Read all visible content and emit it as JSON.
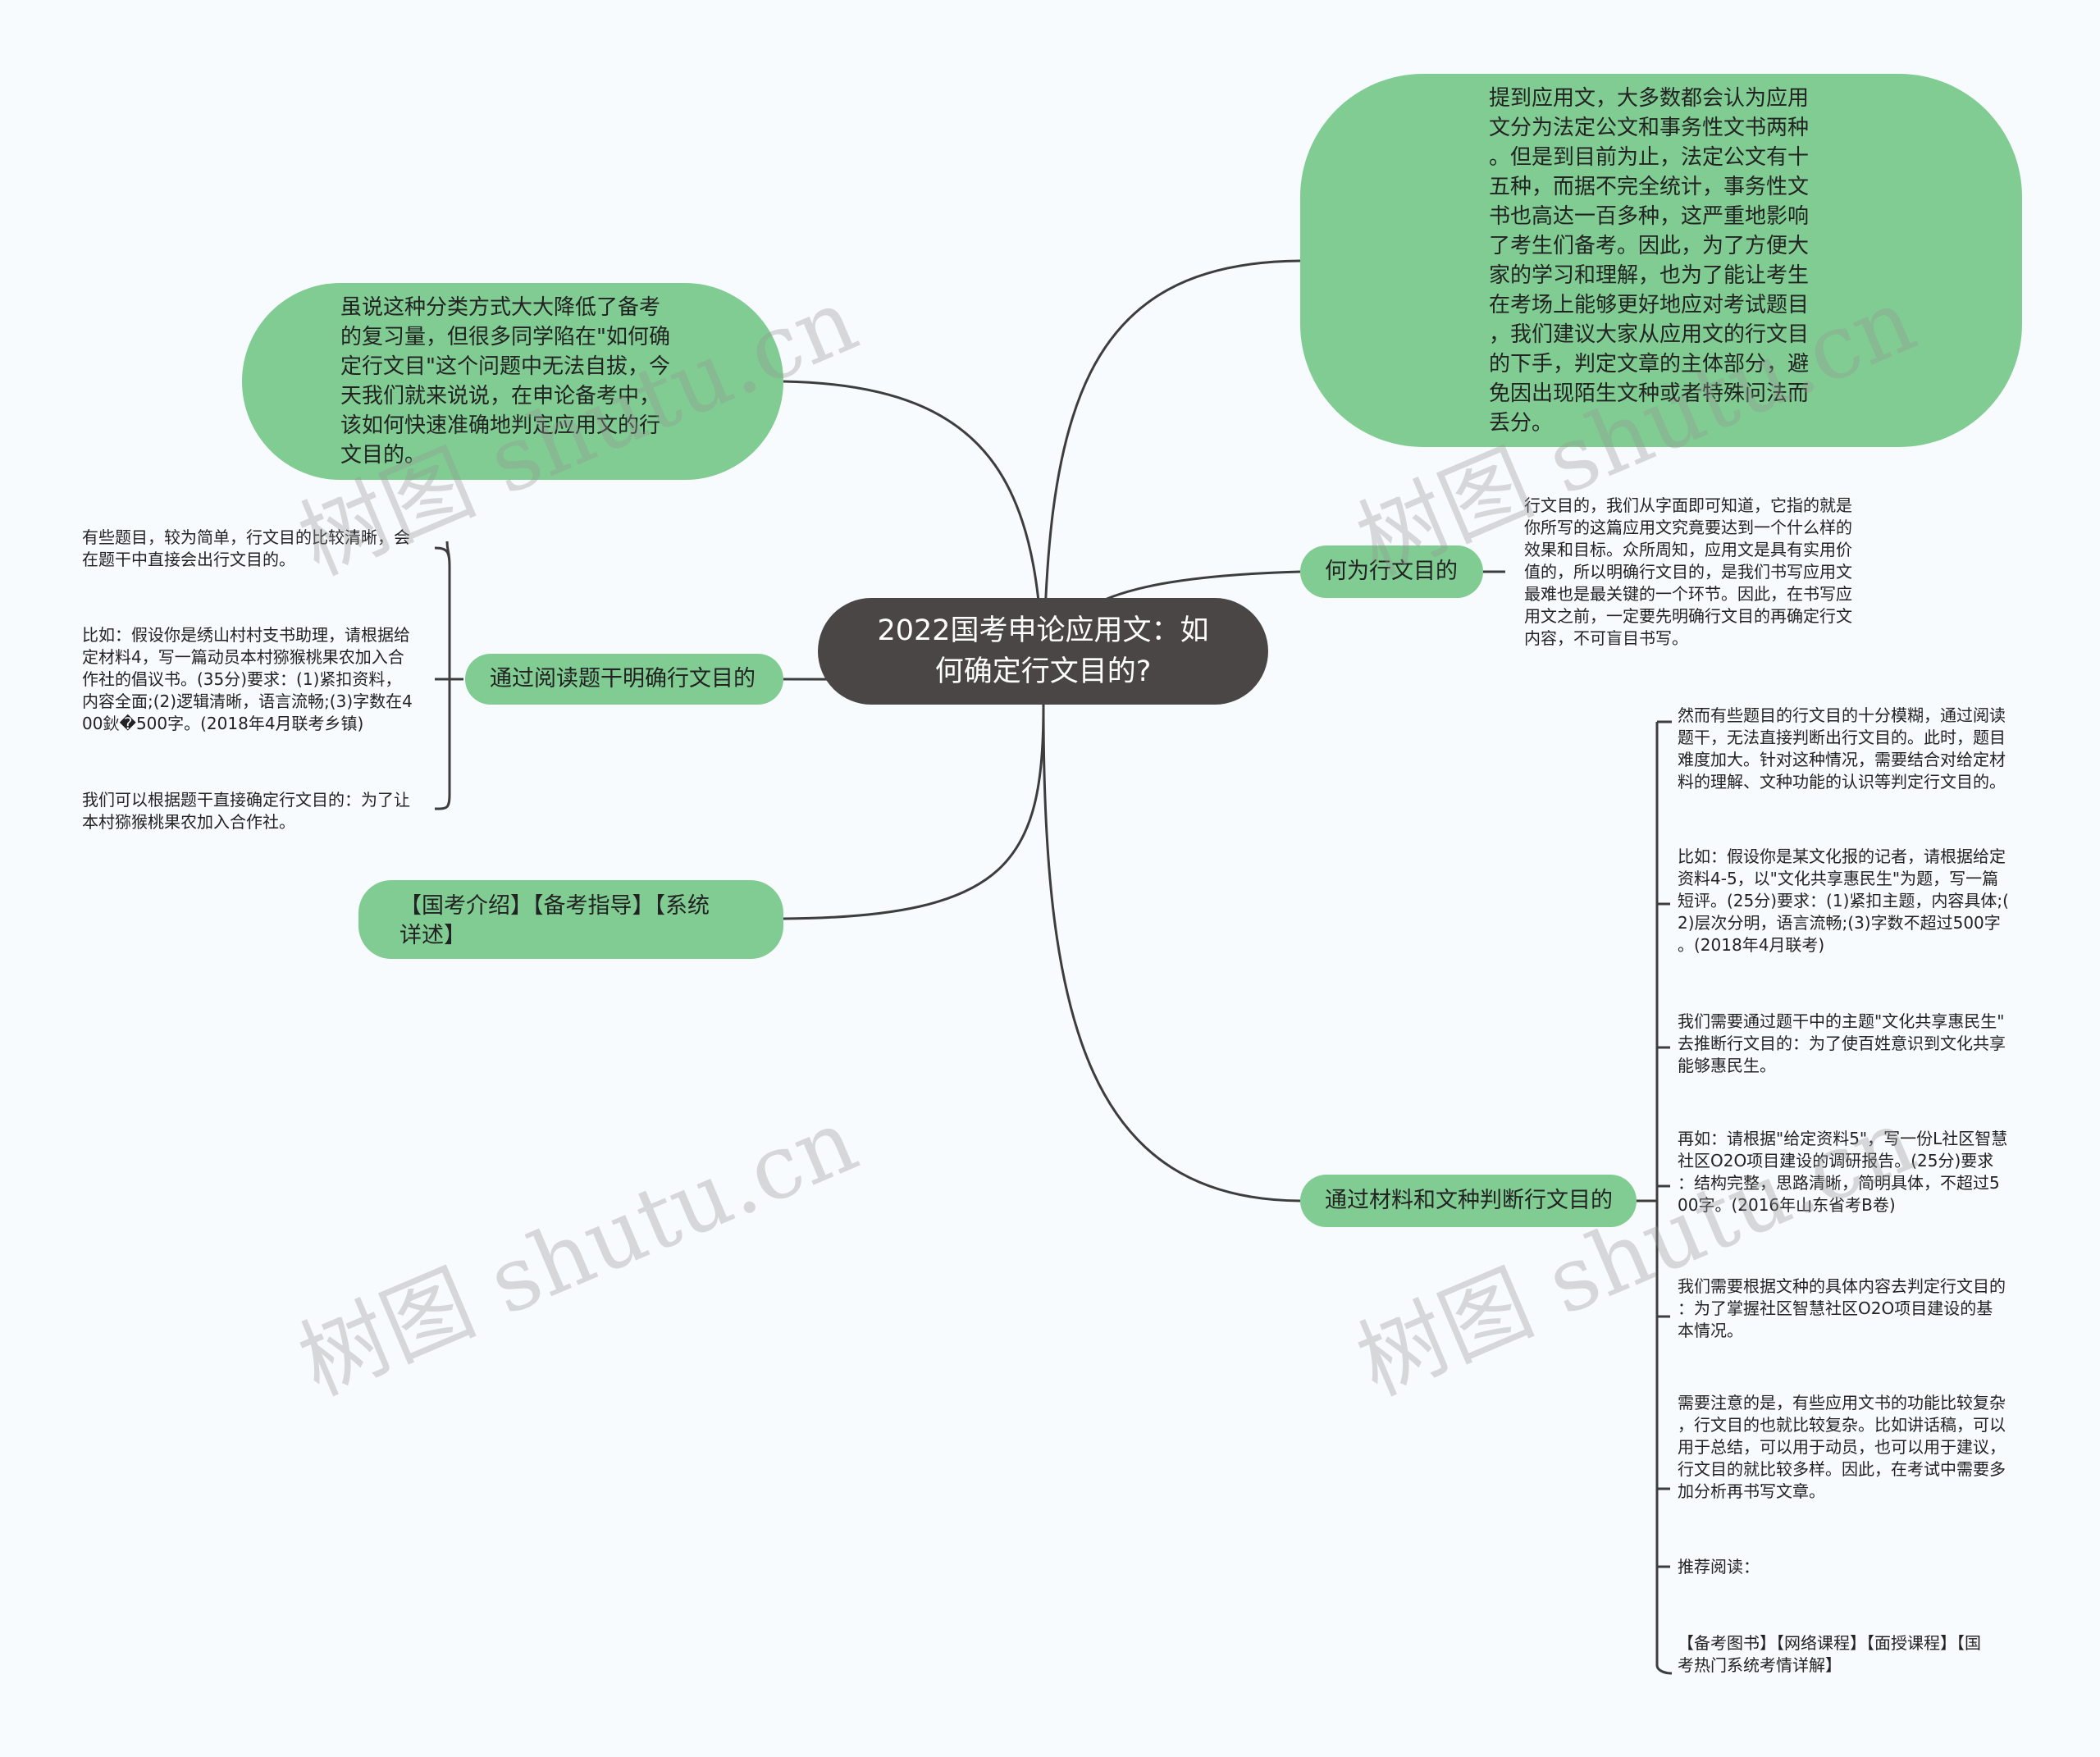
{
  "root": {
    "lines": [
      "2022国考申论应用文：如",
      "何确定行文目的?"
    ]
  },
  "bubble_right": {
    "lines": [
      "提到应用文，大多数都会认为应用",
      "文分为法定公文和事务性文书两种",
      "。但是到目前为止，法定公文有十",
      "五种，而据不完全统计，事务性文",
      "书也高达一百多种，这严重地影响",
      "了考生们备考。因此，为了方便大",
      "家的学习和理解，也为了能让考生",
      "在考场上能够更好地应对考试题目",
      "，我们建议大家从应用文的行文目",
      "的下手，判定文章的主体部分，避",
      "免因出现陌生文种或者特殊问法而",
      "丢分。"
    ]
  },
  "bubble_left": {
    "lines": [
      "虽说这种分类方式大大降低了备考",
      "的复习量，但很多同学陷在\"如何确",
      "定行文目\"这个问题中无法自拔，今",
      "天我们就来说说，在申论备考中，",
      "该如何快速准确地判定应用文的行",
      "文目的。"
    ]
  },
  "branch_what": {
    "label": "何为行文目的",
    "note": [
      "行文目的，我们从字面即可知道，它指的就是",
      "你所写的这篇应用文究竟要达到一个什么样的",
      "效果和目标。众所周知，应用文是具有实用价",
      "值的，所以明确行文目的，是我们书写应用文",
      "最难也是最关键的一个环节。因此，在书写应",
      "用文之前，一定要先明确行文目的再确定行文",
      "内容，不可盲目书写。"
    ]
  },
  "branch_reading": {
    "label": "通过阅读题干明确行文目的",
    "notes": [
      [
        "有些题目，较为简单，行文目的比较清晰，会",
        "在题干中直接会出行文目的。"
      ],
      [
        "比如：假设你是绣山村村支书助理，请根据给",
        "定材料4，写一篇动员本村猕猴桃果农加入合",
        "作社的倡议书。(35分)要求：(1)紧扣资料，",
        "内容全面;(2)逻辑清晰，语言流畅;(3)字数在4",
        "00鈥�500字。(2018年4月联考乡镇)"
      ],
      [
        "我们可以根据题干直接确定行文目的：为了让",
        "本村猕猴桃果农加入合作社。"
      ]
    ]
  },
  "branch_intro": {
    "lines": [
      "【国考介绍】【备考指导】【系统",
      "详述】"
    ]
  },
  "branch_material": {
    "label": "通过材料和文种判断行文目的",
    "notes": [
      [
        "然而有些题目的行文目的十分模糊，通过阅读",
        "题干，无法直接判断出行文目的。此时，题目",
        "难度加大。针对这种情况，需要结合对给定材",
        "料的理解、文种功能的认识等判定行文目的。"
      ],
      [
        "比如：假设你是某文化报的记者，请根据给定",
        "资料4-5，以\"文化共享惠民生\"为题，写一篇",
        "短评。(25分)要求：(1)紧扣主题，内容具体;(",
        "2)层次分明，语言流畅;(3)字数不超过500字",
        "。(2018年4月联考)"
      ],
      [
        "我们需要通过题干中的主题\"文化共享惠民生\"",
        "去推断行文目的：为了使百姓意识到文化共享",
        "能够惠民生。"
      ],
      [
        "再如：请根据\"给定资料5\"，写一份L社区智慧",
        "社区O2O项目建设的调研报告。(25分)要求",
        "：结构完整，思路清晰，简明具体，不超过5",
        "00字。(2016年山东省考B卷)"
      ],
      [
        "我们需要根据文种的具体内容去判定行文目的",
        "：为了掌握社区智慧社区O2O项目建设的基",
        "本情况。"
      ],
      [
        "需要注意的是，有些应用文书的功能比较复杂",
        "，行文目的也就比较复杂。比如讲话稿，可以",
        "用于总结，可以用于动员，也可以用于建议，",
        "行文目的就比较多样。因此，在考试中需要多",
        "加分析再书写文章。"
      ],
      [
        "推荐阅读："
      ],
      [
        "【备考图书】【网络课程】【面授课程】【国",
        "考热门系统考情详解】"
      ]
    ]
  },
  "watermark": "树图 shutu.cn",
  "colors": {
    "root_fill": "#4a4646",
    "node_fill": "#80cc92",
    "line": "#3d3d3d",
    "background": "#f7fbfd"
  }
}
